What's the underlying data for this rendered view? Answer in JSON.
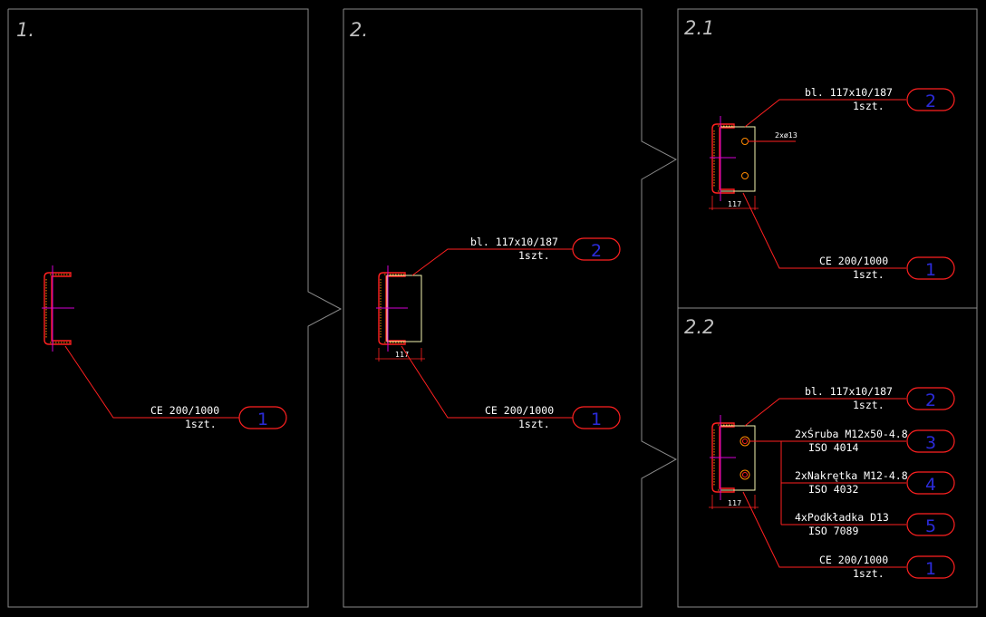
{
  "panels": {
    "p1": {
      "label": "1."
    },
    "p2": {
      "label": "2."
    },
    "p21": {
      "label": "2.1"
    },
    "p22": {
      "label": "2.2"
    }
  },
  "callouts": {
    "ce_text": "CE 200/1000",
    "qty_text": "1szt.",
    "plate_text": "bl. 117x10/187",
    "bolt_text": "2xŚruba M12x50-4.8",
    "bolt_std": "ISO 4014",
    "nut_text": "2xNakrętka M12-4.8",
    "nut_std": "ISO 4032",
    "washer_text": "4xPodkładka D13",
    "washer_std": "ISO 7089",
    "hole_note": "2xø13",
    "dim_117": "117"
  },
  "bubbles": {
    "one": "1",
    "two": "2",
    "three": "3",
    "four": "4",
    "five": "5"
  },
  "colors": {
    "background": "#000000",
    "frame": "#8a8a8a",
    "leader": "#ff2020",
    "bubble_number": "#2b2bd9",
    "hatch": "#ff8a00",
    "axis": "#d400d4",
    "plate": "#f5f5b0"
  }
}
